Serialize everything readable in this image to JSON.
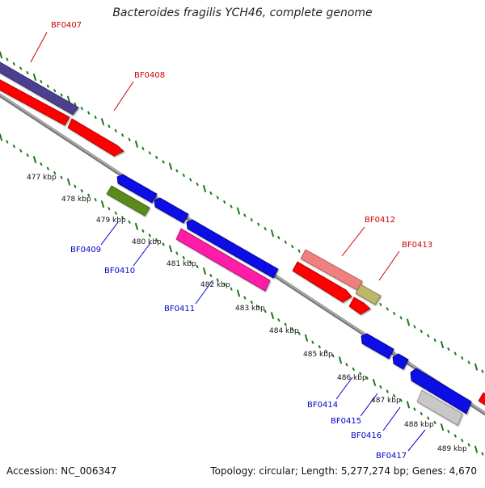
{
  "title": "Bacteroides fragilis YCH46, complete genome",
  "footer": {
    "accession": "Accession: NC_006347",
    "summary": "Topology: circular; Length: 5,277,274 bp; Genes: 4,670"
  },
  "scale_labels": [
    "477 kbp",
    "478 kbp",
    "479 kbp",
    "480 kbp",
    "481 kbp",
    "482 kbp",
    "483 kbp",
    "484 kbp",
    "485 kbp",
    "486 kbp",
    "487 kbp",
    "488 kbp",
    "489 kbp"
  ],
  "gene_labels_top": [
    "BF0407",
    "BF0408",
    "BF0412",
    "BF0413"
  ],
  "gene_labels_bottom": [
    "BF0409",
    "BF0410",
    "BF0411",
    "BF0414",
    "BF0415",
    "BF0416",
    "BF0417"
  ],
  "colors": {
    "backbone": "#8a8a8a",
    "tick": "#1a7a1a",
    "label_top": "#cc0000",
    "label_bottom": "#0000cc",
    "blue": "#0a0ae6",
    "red": "#ff0000",
    "purple": "#4b3f8f",
    "olive": "#5a8a1a",
    "magenta": "#ff1aa6",
    "pink": "#f08080",
    "khaki": "#bdb76b",
    "gray": "#c8c8c8"
  }
}
